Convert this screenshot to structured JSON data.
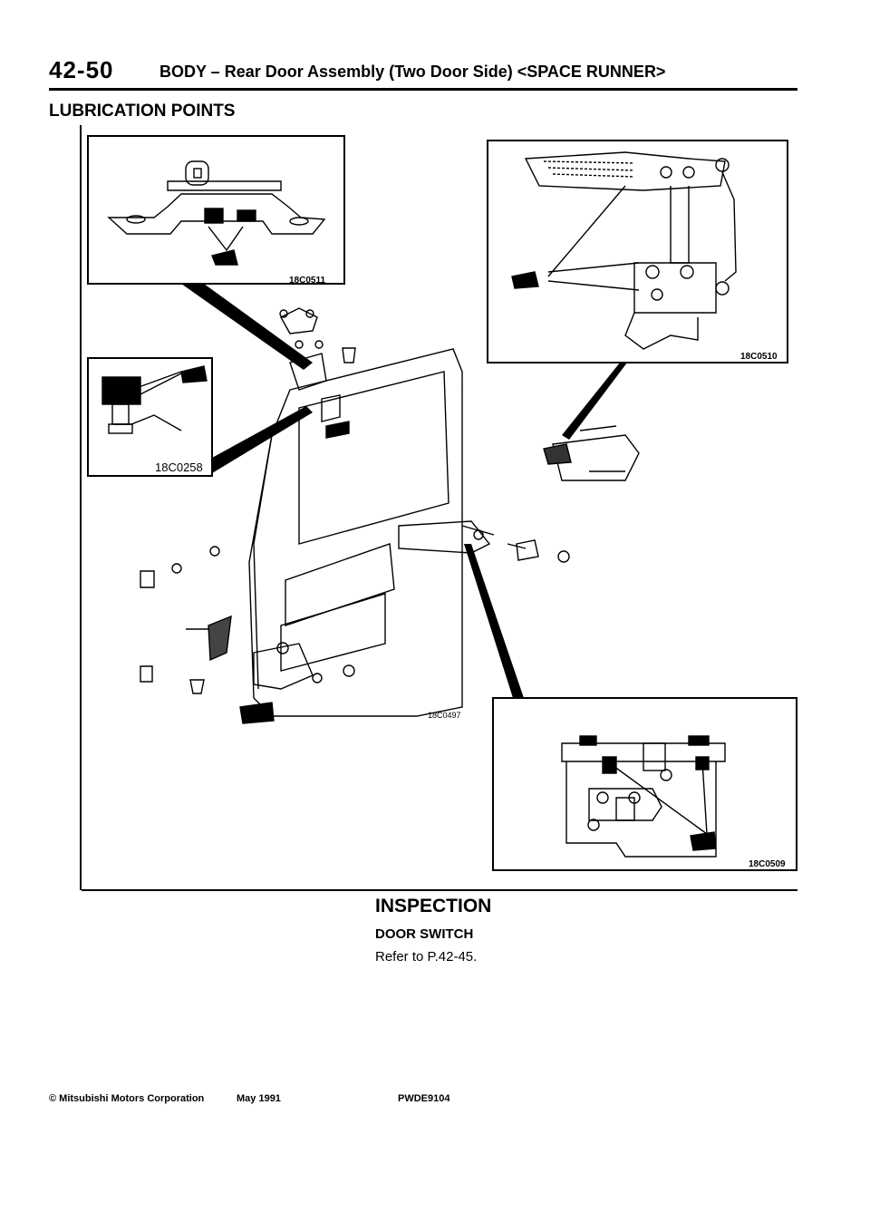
{
  "header": {
    "page_number": "42-50",
    "title": "BODY – Rear Door Assembly (Two Door Side) <SPACE RUNNER>"
  },
  "section_heading": "LUBRICATION POINTS",
  "figure": {
    "labels": {
      "top_left_code": "18C0511",
      "top_right_code": "18C0510",
      "left_code": "18C0258",
      "main_code": "18C0497",
      "bottom_right_code": "18C0509"
    }
  },
  "inspection": {
    "heading": "INSPECTION",
    "subheading": "DOOR SWITCH",
    "text": "Refer to P.42-45."
  },
  "footer": {
    "copyright": "© Mitsubishi Motors Corporation",
    "date": "May 1991",
    "code": "PWDE9104"
  }
}
